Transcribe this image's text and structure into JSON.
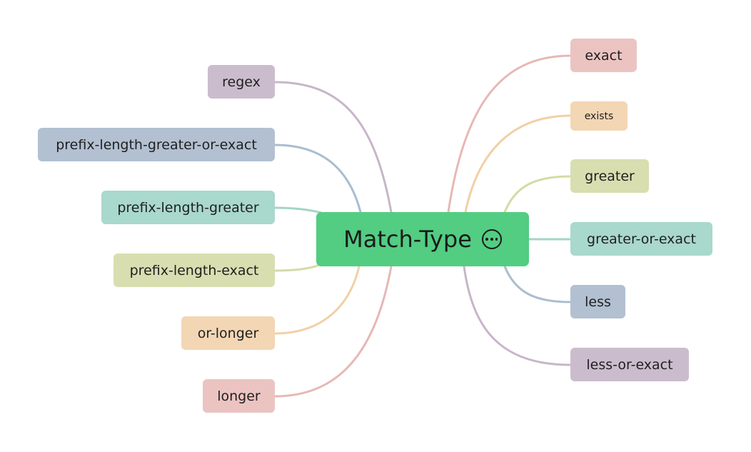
{
  "root": {
    "label": "Match-Type",
    "color": "#52cd82",
    "icon": "more-options-icon"
  },
  "left": [
    {
      "id": "regex",
      "label": "regex",
      "color": "#cbbccd",
      "line": "#c8b5c9"
    },
    {
      "id": "prefix-length-greater-or-exact",
      "label": "prefix-length-greater-or-exact",
      "color": "#b2c0d1",
      "line": "#a9bdd0"
    },
    {
      "id": "prefix-length-greater",
      "label": "prefix-length-greater",
      "color": "#a9d8cc",
      "line": "#a3d5c8"
    },
    {
      "id": "prefix-length-exact",
      "label": "prefix-length-exact",
      "color": "#d9deb0",
      "line": "#d5dba5"
    },
    {
      "id": "or-longer",
      "label": "or-longer",
      "color": "#f3d6b4",
      "line": "#f1d0a5"
    },
    {
      "id": "longer",
      "label": "longer",
      "color": "#ebc4c2",
      "line": "#e6b8b6"
    }
  ],
  "right": [
    {
      "id": "exact",
      "label": "exact",
      "color": "#ebc4c2",
      "line": "#e6b8b6"
    },
    {
      "id": "exists",
      "label": "exists",
      "color": "#f3d6b4",
      "line": "#f1d0a5"
    },
    {
      "id": "greater",
      "label": "greater",
      "color": "#d9deb0",
      "line": "#d5dba5"
    },
    {
      "id": "greater-or-exact",
      "label": "greater-or-exact",
      "color": "#a9d8cc",
      "line": "#a3d5c8"
    },
    {
      "id": "less",
      "label": "less",
      "color": "#b2c0d1",
      "line": "#a9bdd0"
    },
    {
      "id": "less-or-exact",
      "label": "less-or-exact",
      "color": "#cbbccd",
      "line": "#c8b5c9"
    }
  ]
}
